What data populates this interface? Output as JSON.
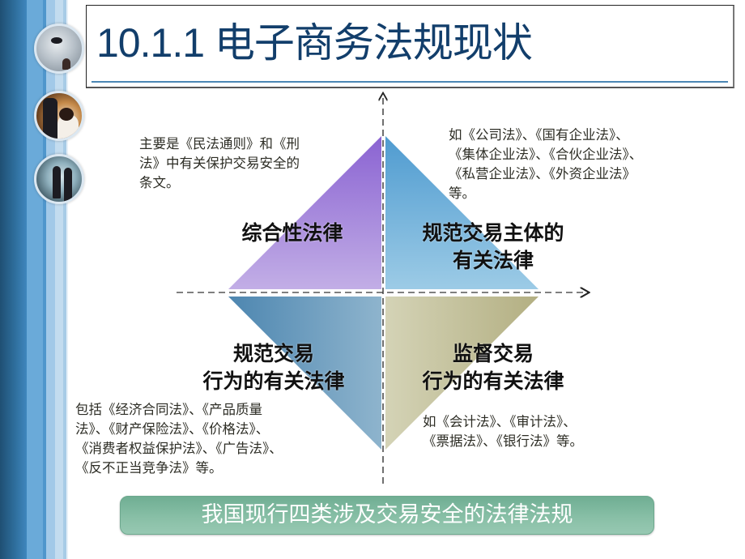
{
  "slide": {
    "title": "10.1.1 电子商务法规现状",
    "colors": {
      "title": "#123e6b",
      "title_rule": "#4b86b4",
      "banner": "#7db59c",
      "q1_purple": "#9b78d6",
      "q2_blue": "#7fb5dc",
      "q3_steelblue": "#6b9cc0",
      "q4_khaki": "#c6c49e"
    }
  },
  "sidebar": {
    "photos": [
      {
        "name": "photo-business-phone"
      },
      {
        "name": "photo-business-people-office"
      },
      {
        "name": "photo-business-people-walking"
      }
    ]
  },
  "quadrants": {
    "top_left": {
      "label": "综合性法律",
      "note_lines": [
        "主要是《民法通则》和《刑",
        "法》中有关保护交易安全的",
        "条文。"
      ]
    },
    "top_right": {
      "label_lines": [
        "规范交易主体的",
        "有关法律"
      ],
      "note_lines": [
        "如《公司法》、《国有企业法》、",
        "《集体企业法》、《合伙企业法》、",
        "《私营企业法》、《外资企业法》",
        "等。"
      ]
    },
    "bottom_left": {
      "label_lines": [
        "规范交易",
        "行为的有关法律"
      ],
      "note_lines": [
        "包括《经济合同法》、《产品质量",
        "法》、《财产保险法》、《价格法》、",
        "《消费者权益保护法》、《广告法》、",
        "《反不正当竞争法》等。"
      ]
    },
    "bottom_right": {
      "label_lines": [
        "监督交易",
        "行为的有关法律"
      ],
      "note_lines": [
        "如《会计法》、《审计法》、",
        "《票据法》、《银行法》等。"
      ]
    }
  },
  "banner": {
    "text": "我国现行四类涉及交易安全的法律法规"
  }
}
